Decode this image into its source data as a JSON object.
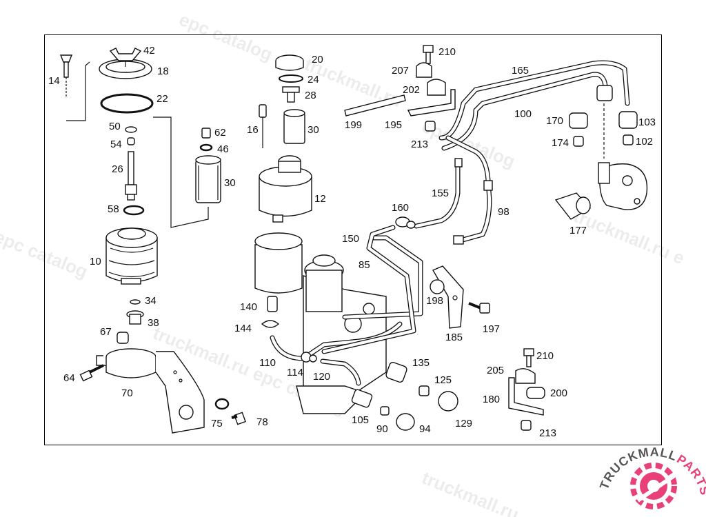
{
  "watermark": {
    "text_a": "epc catalog",
    "text_b": "truckmall.ru epc catalog",
    "text_c": "truckmall.ru",
    "text_d": "truckmall.ru e"
  },
  "logo": {
    "brand_main": "TRUCKMALL",
    "brand_accent": "PARTS",
    "accent_color": "#e8417a",
    "main_color": "#555555"
  },
  "callouts": [
    {
      "id": "c14",
      "text": "14"
    },
    {
      "id": "c42",
      "text": "42"
    },
    {
      "id": "c18",
      "text": "18"
    },
    {
      "id": "c22",
      "text": "22"
    },
    {
      "id": "c50",
      "text": "50"
    },
    {
      "id": "c54",
      "text": "54"
    },
    {
      "id": "c26",
      "text": "26"
    },
    {
      "id": "c62",
      "text": "62"
    },
    {
      "id": "c46",
      "text": "46"
    },
    {
      "id": "c30a",
      "text": "30"
    },
    {
      "id": "c58",
      "text": "58"
    },
    {
      "id": "c10",
      "text": "10"
    },
    {
      "id": "c34",
      "text": "34"
    },
    {
      "id": "c38",
      "text": "38"
    },
    {
      "id": "c67",
      "text": "67"
    },
    {
      "id": "c64",
      "text": "64"
    },
    {
      "id": "c70",
      "text": "70"
    },
    {
      "id": "c75",
      "text": "75"
    },
    {
      "id": "c78",
      "text": "78"
    },
    {
      "id": "c20",
      "text": "20"
    },
    {
      "id": "c24",
      "text": "24"
    },
    {
      "id": "c28",
      "text": "28"
    },
    {
      "id": "c16",
      "text": "16"
    },
    {
      "id": "c30b",
      "text": "30"
    },
    {
      "id": "c12",
      "text": "12"
    },
    {
      "id": "c140",
      "text": "140"
    },
    {
      "id": "c144",
      "text": "144"
    },
    {
      "id": "c110",
      "text": "110"
    },
    {
      "id": "c114",
      "text": "114"
    },
    {
      "id": "c120",
      "text": "120"
    },
    {
      "id": "c105",
      "text": "105"
    },
    {
      "id": "c90",
      "text": "90"
    },
    {
      "id": "c94",
      "text": "94"
    },
    {
      "id": "c135",
      "text": "135"
    },
    {
      "id": "c125",
      "text": "125"
    },
    {
      "id": "c129",
      "text": "129"
    },
    {
      "id": "c85",
      "text": "85"
    },
    {
      "id": "c150",
      "text": "150"
    },
    {
      "id": "c160",
      "text": "160"
    },
    {
      "id": "c155",
      "text": "155"
    },
    {
      "id": "c98",
      "text": "98"
    },
    {
      "id": "c199",
      "text": "199"
    },
    {
      "id": "c195",
      "text": "195"
    },
    {
      "id": "c213a",
      "text": "213"
    },
    {
      "id": "c207",
      "text": "207"
    },
    {
      "id": "c202",
      "text": "202"
    },
    {
      "id": "c210a",
      "text": "210"
    },
    {
      "id": "c165",
      "text": "165"
    },
    {
      "id": "c100",
      "text": "100"
    },
    {
      "id": "c170",
      "text": "170"
    },
    {
      "id": "c174",
      "text": "174"
    },
    {
      "id": "c103",
      "text": "103"
    },
    {
      "id": "c102",
      "text": "102"
    },
    {
      "id": "c177",
      "text": "177"
    },
    {
      "id": "c198",
      "text": "198"
    },
    {
      "id": "c197",
      "text": "197"
    },
    {
      "id": "c185",
      "text": "185"
    },
    {
      "id": "c210b",
      "text": "210"
    },
    {
      "id": "c205",
      "text": "205"
    },
    {
      "id": "c200",
      "text": "200"
    },
    {
      "id": "c180",
      "text": "180"
    },
    {
      "id": "c213b",
      "text": "213"
    }
  ]
}
